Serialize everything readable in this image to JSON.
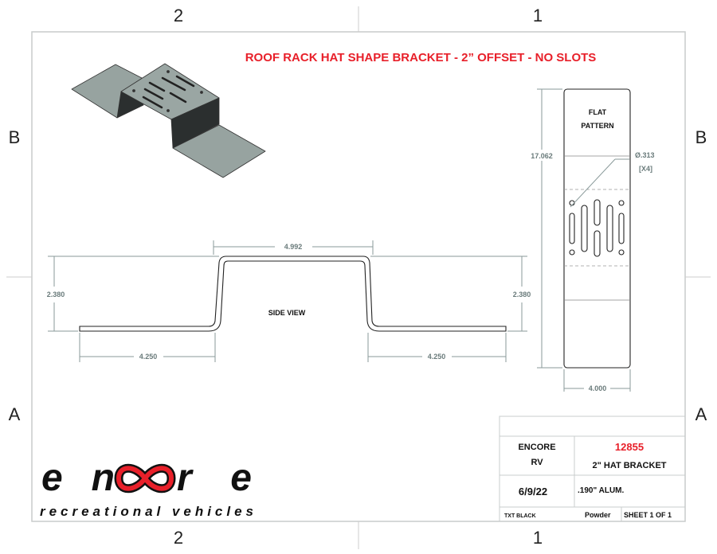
{
  "title": "ROOF RACK HAT SHAPE BRACKET - 2” OFFSET - NO SLOTS",
  "zones": {
    "top_left": "2",
    "top_right": "1",
    "bottom_left": "2",
    "bottom_right": "1",
    "left_upper": "B",
    "left_lower": "A",
    "right_upper": "B",
    "right_lower": "A"
  },
  "side_view": {
    "label": "SIDE VIEW",
    "dim_top_width": "4.992",
    "dim_height_left": "2.380",
    "dim_height_right": "2.380",
    "dim_flange_left": "4.250",
    "dim_flange_right": "4.250"
  },
  "flat_pattern": {
    "label_line1": "FLAT",
    "label_line2": "PATTERN",
    "dim_length": "17.062",
    "dim_width": "4.000",
    "hole_callout": "Ø.313",
    "hole_count": "[X4]"
  },
  "title_block": {
    "company_line1": "ENCORE",
    "company_line2": "RV",
    "part_number": "12855",
    "part_name": "2\" HAT BRACKET",
    "date": "6/9/22",
    "material": ".190\" ALUM.",
    "color": "TXT BLACK",
    "finish": "Powder",
    "sheet": "SHEET 1 OF 1"
  },
  "logo": {
    "word": "encore",
    "tagline": "recreational vehicles"
  },
  "colors": {
    "title_red": "#e8202a",
    "part_fill": "#97a3a0",
    "part_dark": "#2b2f2f",
    "dim": "#6a7b7b"
  }
}
